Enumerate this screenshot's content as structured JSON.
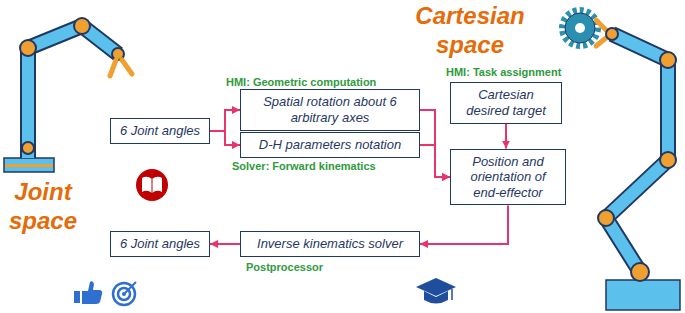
{
  "diagram": {
    "nodes": [
      {
        "text": [
          "6 Joint angles"
        ]
      },
      {
        "text": [
          "Spatial rotation about 6 arbitrary axes"
        ]
      },
      {
        "text": [
          "D-H parameters notation"
        ]
      },
      {
        "text": [
          "Cartesian desired target"
        ]
      },
      {
        "text": [
          "Position and orientation of end-effector"
        ]
      },
      {
        "text": [
          "Inverse kinematics solver"
        ]
      },
      {
        "text": [
          "6 Joint angles"
        ]
      }
    ],
    "edges": [
      {
        "from": 0,
        "to": 1,
        "arrow": "to"
      },
      {
        "from": 0,
        "to": 2,
        "arrow": "to"
      },
      {
        "from": 1,
        "to": 4,
        "arrow": "to"
      },
      {
        "from": 2,
        "to": 4,
        "arrow": "to"
      },
      {
        "from": 3,
        "to": 4,
        "arrow": "to"
      },
      {
        "from": 4,
        "to": 5,
        "arrow": "to"
      },
      {
        "from": 5,
        "to": 6,
        "arrow": "to"
      }
    ],
    "labels": [
      "Cartesian space",
      "HMI: Geometric computation",
      "HMI: Task assignment",
      "Joint space",
      "Solver: Forward kinematics",
      "Postprocessor"
    ]
  }
}
